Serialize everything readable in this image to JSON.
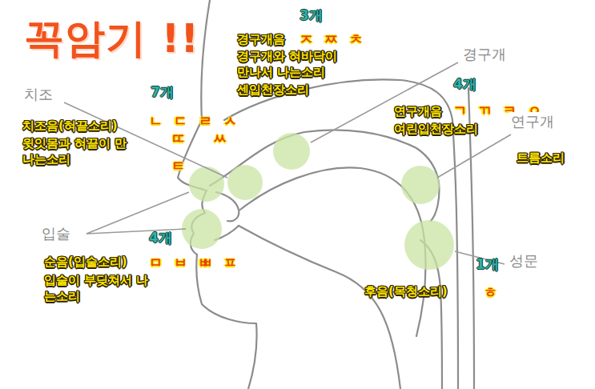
{
  "diagram": {
    "title": "꼭암기 !!",
    "labels": [
      "3개",
      "ㅈ ㅉ ㅊ",
      "경구개음",
      "경구개와 혀바닥이 만나서 나는소리",
      "센입천장소리",
      "경구개",
      "4개",
      "ㄱ ㄲ ㅋ ㅇ",
      "연구개음",
      "여린입천장소리",
      "연구개",
      "트름소리",
      "치조",
      "7개",
      "ㄴ ㄷ ㄹ ㅅ",
      "ㄸ",
      "ㅆ",
      "ㅌ",
      "치조음(혀끝소리)",
      "윗잇몸과 혀끝이 만나는소리",
      "입술",
      "4개",
      "ㅁ ㅂ ㅃ ㅍ",
      "순음(입술소리)",
      "입술이 부딪쳐서 나는소리",
      "성문",
      "1개",
      "후음(목청소리)",
      "ㅎ"
    ]
  }
}
